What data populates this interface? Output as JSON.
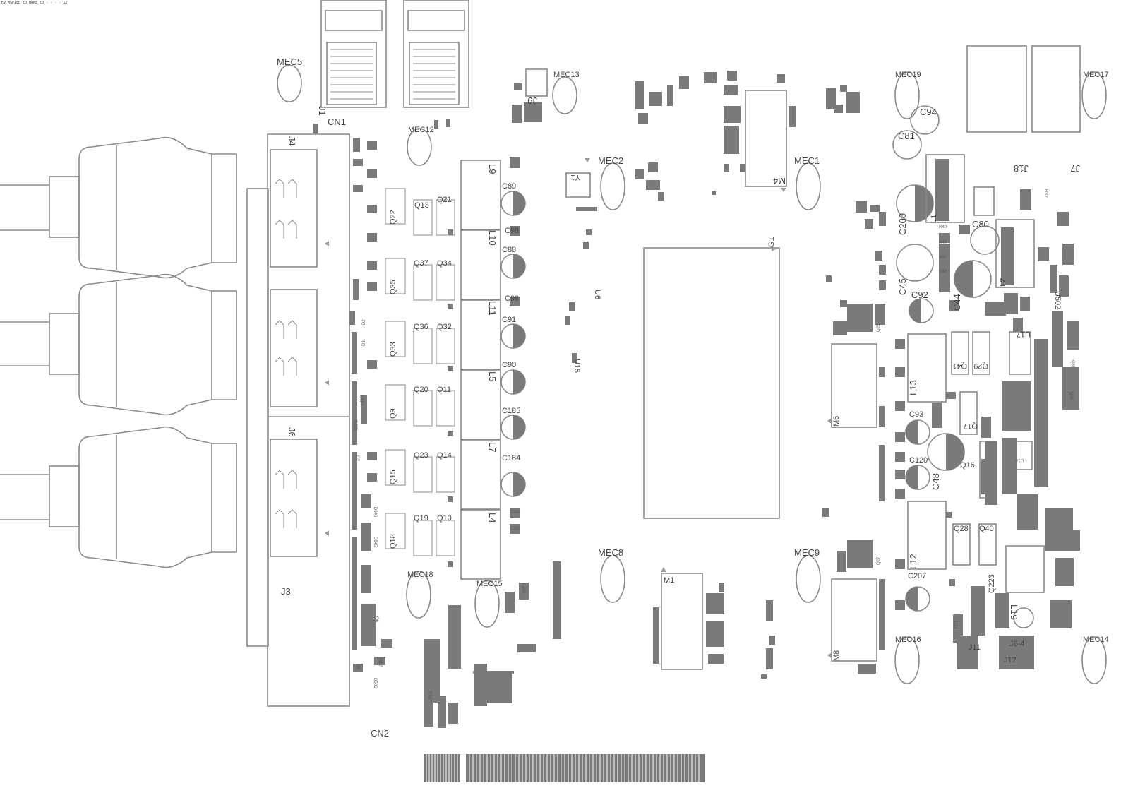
{
  "header": {
    "text": "EV MSFIED ED MAKE ED - - - - 12"
  },
  "colors": {
    "outline": "#8a8a8a",
    "pad": "#7a7a7a",
    "text": "#444444",
    "background": "#ffffff"
  },
  "labels": {
    "MEC5": "MEC5",
    "MEC12": "MEC12",
    "MEC13": "MEC13",
    "MEC2": "MEC2",
    "MEC1": "MEC1",
    "MEC19": "MEC19",
    "MEC17": "MEC17",
    "MEC18": "MEC18",
    "MEC15": "MEC15",
    "MEC8": "MEC8",
    "MEC9": "MEC9",
    "MEC16": "MEC16",
    "MEC14": "MEC14",
    "CN1": "CN1",
    "CN2": "CN2",
    "J1": "J1",
    "J4": "J4",
    "J6": "J6",
    "J3": "J3",
    "J9": "J9",
    "J18": "J18",
    "J7": "J7",
    "J11": "J11",
    "J12": "J12",
    "J6_4": "J6-4",
    "L9": "L9",
    "L10": "L10",
    "L11": "L11",
    "L5": "L5",
    "L7": "L7",
    "L4": "L4",
    "L1": "L1",
    "L2": "L2",
    "L13": "L13",
    "L12": "L12",
    "L19": "L19",
    "C89": "C89",
    "C98": "C98",
    "C88": "C88",
    "C96": "C96",
    "C91": "C91",
    "C90": "C90",
    "C185": "C185",
    "C184": "C184",
    "C100": "C100",
    "C101": "C101",
    "C94": "C94",
    "C81": "C81",
    "C200": "C200",
    "C80": "C80",
    "C45": "C45",
    "C92": "C92",
    "C44": "C44",
    "C93": "C93",
    "C120": "C120",
    "C48": "C48",
    "C207": "C207",
    "Q22": "Q22",
    "Q13": "Q13",
    "Q21": "Q21",
    "Q35": "Q35",
    "Q37": "Q37",
    "Q34": "Q34",
    "Q33": "Q33",
    "Q36": "Q36",
    "Q32": "Q32",
    "Q9": "Q9",
    "Q20": "Q20",
    "Q11": "Q11",
    "Q15": "Q15",
    "Q23": "Q23",
    "Q14": "Q14",
    "Q18": "Q18",
    "Q19": "Q19",
    "Q10": "Q10",
    "Q41": "Q41",
    "Q29": "Q29",
    "Q17": "Q17",
    "Q16": "Q16",
    "Q28": "Q28",
    "Q40": "Q40",
    "Q223": "Q223",
    "Q25": "Q25",
    "Q27": "Q27",
    "M4": "M4",
    "M1": "M1",
    "M6": "M6",
    "M8": "M8",
    "U6": "U6",
    "U15": "U15",
    "U502": "U502",
    "U17": "U17",
    "U14": "U14",
    "Y1": "Y1",
    "G1": "G1",
    "D2": "D2",
    "D3": "D3",
    "RS1": "RS1",
    "RS2": "RS2",
    "D504": "D504",
    "D505": "D505",
    "D846": "D846",
    "D845": "D845",
    "D507": "D507",
    "D506": "D506",
    "Q7": "Q7",
    "Q4": "Q4",
    "Q6": "Q6",
    "C242": "C242",
    "R40": "R40",
    "R47": "R47",
    "R57": "R57",
    "C42": "C42",
    "Q31": "Q31",
    "Q30": "Q30",
    "D51": "D51"
  }
}
